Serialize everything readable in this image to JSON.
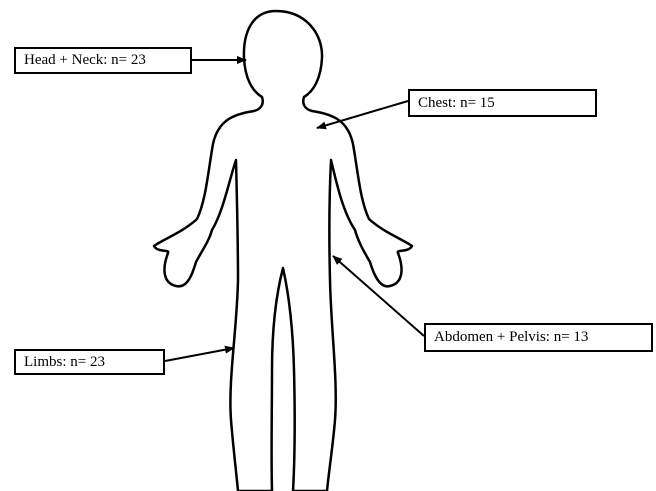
{
  "regions": [
    {
      "id": "head",
      "label": "Head + Neck: n= 23",
      "count": 23
    },
    {
      "id": "chest",
      "label": "Chest: n= 15",
      "count": 15
    },
    {
      "id": "abdomen",
      "label": "Abdomen + Pelvis: n= 13",
      "count": 13
    },
    {
      "id": "limbs",
      "label": "Limbs: n= 23",
      "count": 23
    }
  ],
  "colors": {
    "outline": "#000000",
    "background": "#ffffff"
  }
}
